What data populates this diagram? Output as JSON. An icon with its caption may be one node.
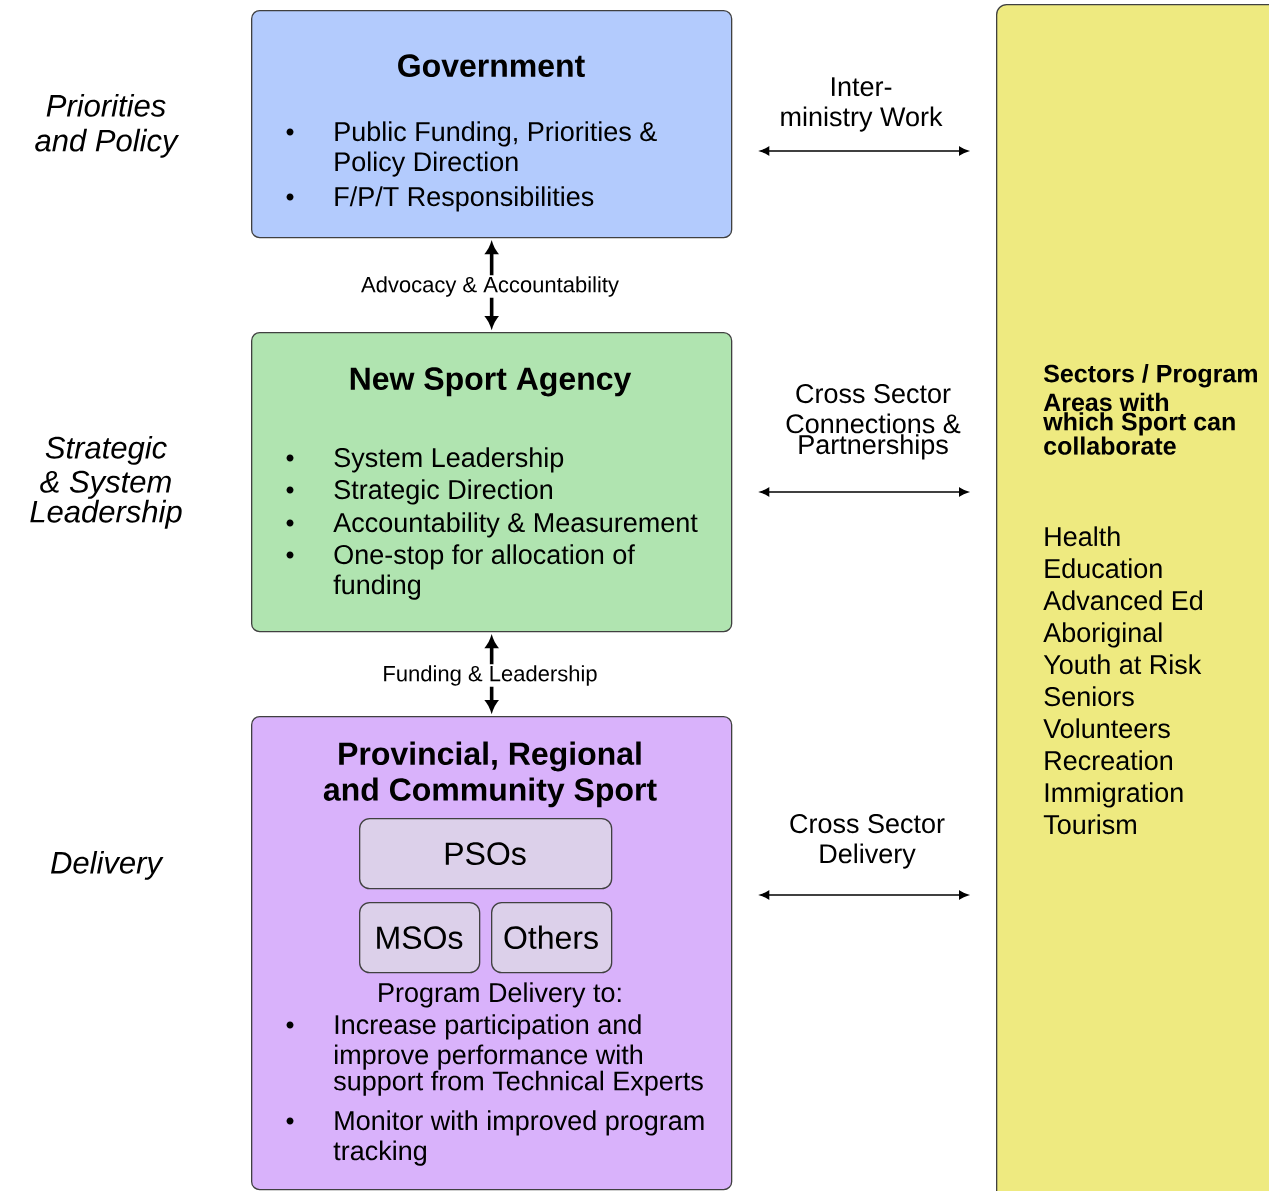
{
  "diagram": {
    "nodes": [
      {
        "text": [
          "Government",
          "Public Funding, Priorities & Policy Direction",
          "F/P/T Responsibilities"
        ]
      },
      {
        "text": [
          "New Sport Agency",
          "System Leadership",
          "Strategic Direction",
          "Accountability & Measurement",
          "One-stop for allocation of funding"
        ]
      },
      {
        "text": [
          "Provincial, Regional and Community Sport",
          "Program Delivery to:",
          "Increase participation and improve performance with support from Technical Experts",
          "Monitor with improved program tracking"
        ]
      },
      {
        "text": [
          "PSOs"
        ],
        "in": 2
      },
      {
        "text": [
          "MSOs"
        ],
        "in": 2
      },
      {
        "text": [
          "Others"
        ],
        "in": 2
      },
      {
        "text": [
          "Sectors / Program Areas with which Sport can collaborate",
          "Health",
          "Education",
          "Advanced Ed",
          "Aboriginal",
          "Youth at Risk",
          "Seniors",
          "Volunteers",
          "Recreation",
          "Immigration",
          "Tourism"
        ]
      }
    ],
    "edges": [
      {
        "from": 0,
        "to": 1,
        "arrow": "both",
        "label": "Advocacy & Accountability",
        "style": "thick"
      },
      {
        "from": 1,
        "to": 2,
        "arrow": "both",
        "label": "Funding & Leadership",
        "style": "thick"
      },
      {
        "from": 0,
        "to": 6,
        "arrow": "both",
        "label": "Inter-ministry Work"
      },
      {
        "from": 1,
        "to": 6,
        "arrow": "both",
        "label": "Cross Sector Connections & Partnerships"
      },
      {
        "from": 2,
        "to": 6,
        "arrow": "both",
        "label": "Cross Sector Delivery"
      }
    ],
    "labels": [
      "Priorities and Policy",
      "Strategic & System Leadership",
      "Delivery"
    ]
  }
}
